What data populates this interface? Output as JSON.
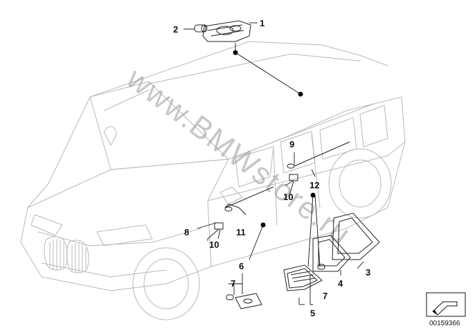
{
  "diagram": {
    "callouts": {
      "c1": "1",
      "c2": "2",
      "c3": "3",
      "c4": "4",
      "c5": "5",
      "c6": "6",
      "c7a": "7",
      "c7b": "7",
      "c8": "8",
      "c9": "9",
      "c10a": "10",
      "c10b": "10",
      "c11": "11",
      "c12": "12"
    },
    "watermark": "www.BMWstore.ru",
    "document_number": "00159366"
  }
}
